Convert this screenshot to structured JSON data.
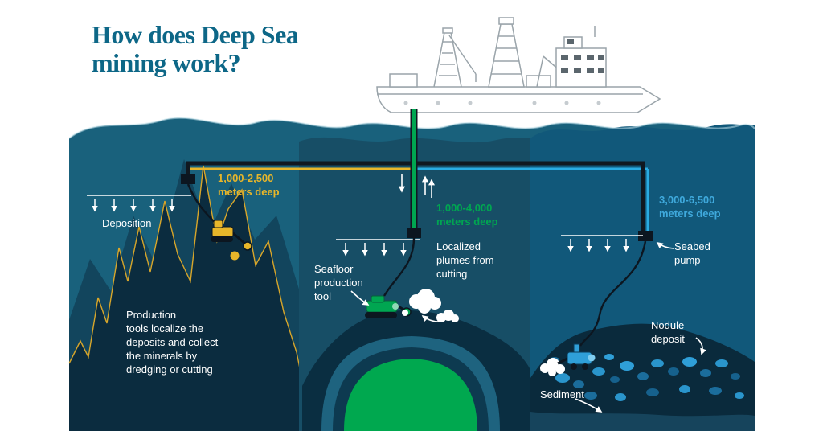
{
  "title": {
    "line1": "How does Deep Sea",
    "line2": "mining work?"
  },
  "panels": {
    "seamounts": {
      "depth_label": "1,000-2,500\nmeters deep",
      "deposition_label": "Deposition",
      "description": "Production\ntools localize the\ndeposits and collect\nthe minerals by\ndredging or cutting"
    },
    "vents": {
      "depth_label": "1,000-4,000\nmeters deep",
      "tool_label": "Seafloor\nproduction\ntool",
      "plumes_label": "Localized\nplumes from\ncutting"
    },
    "nodule_field": {
      "depth_label": "3,000-6,500\nmeters deep",
      "pump_label": "Seabed\npump",
      "nodule_label": "Nodule\ndeposit",
      "sediment_label": "Sediment"
    }
  },
  "colors": {
    "title_text": "#0d6787",
    "depth_seamounts": "#e8b62a",
    "depth_vents": "#00a651",
    "depth_nodules": "#3fa9dc",
    "ocean_left": "#19617c",
    "ocean_middle": "#174e66",
    "ocean_right": "#11587a",
    "deep_rock": "#0b2c3f",
    "core_green": "#00a84f",
    "nodule_blue": "#2f9fd8"
  }
}
